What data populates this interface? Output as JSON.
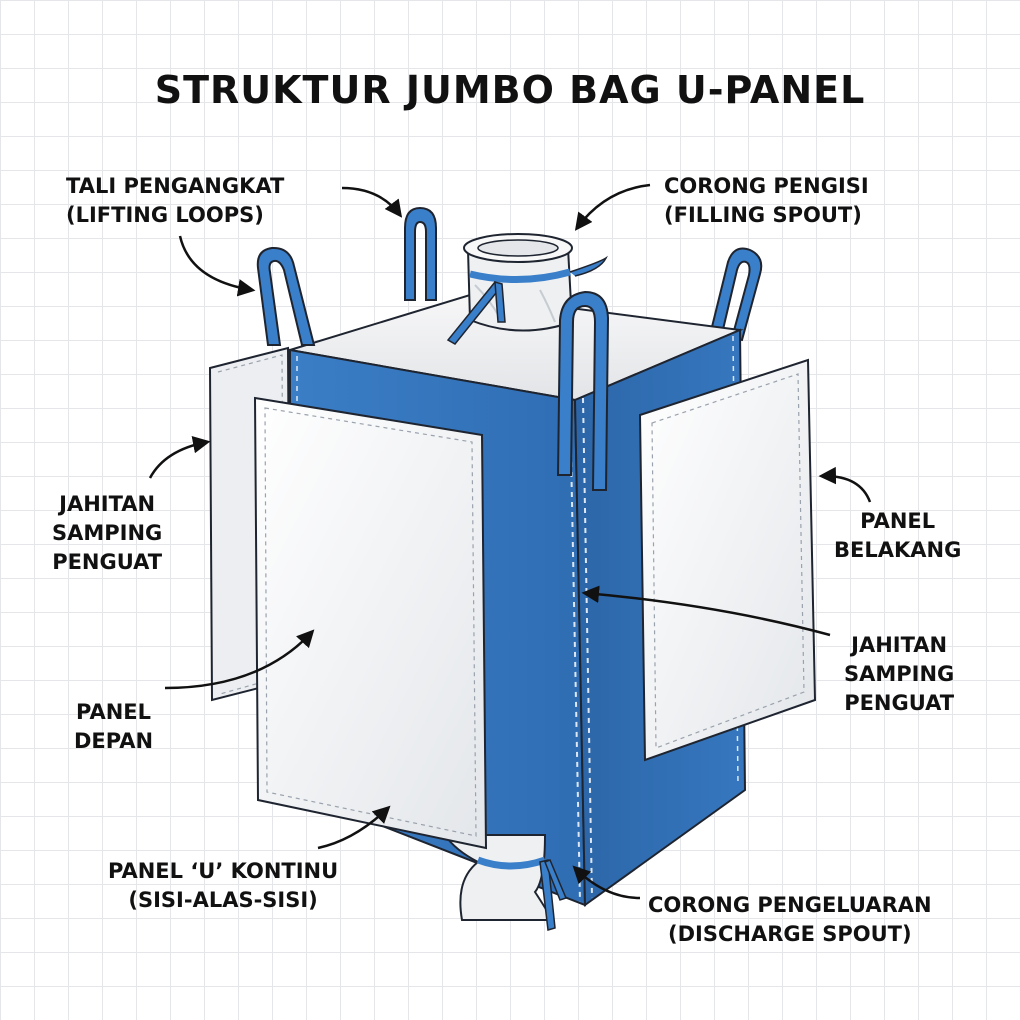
{
  "title": "STRUKTUR JUMBO BAG U-PANEL",
  "colors": {
    "bag_blue": "#3a7fc9",
    "bag_blue_dark": "#2f6db3",
    "bag_blue_light": "#4a90d9",
    "panel_white": "#f1f2f4",
    "outline": "#1f2530",
    "grid": "#e4e6ea"
  },
  "labels": {
    "lifting_loops": [
      "TALI PENGANGKAT",
      "(LIFTING LOOPS)"
    ],
    "filling_spout": [
      "CORONG PENGISI",
      "(FILLING SPOUT)"
    ],
    "side_seam_left": [
      "JAHITAN",
      "SAMPING",
      "PENGUAT"
    ],
    "back_panel": [
      "PANEL",
      "BELAKANG"
    ],
    "side_seam_right": [
      "JAHITAN",
      "SAMPING",
      "PENGUAT"
    ],
    "front_panel": [
      "PANEL",
      "DEPAN"
    ],
    "u_panel": [
      "PANEL ‘U’ KONTINU",
      "(SISI-ALAS-SISI)"
    ],
    "discharge_spout": [
      "CORONG PENGELUARAN",
      "(DISCHARGE SPOUT)"
    ]
  }
}
